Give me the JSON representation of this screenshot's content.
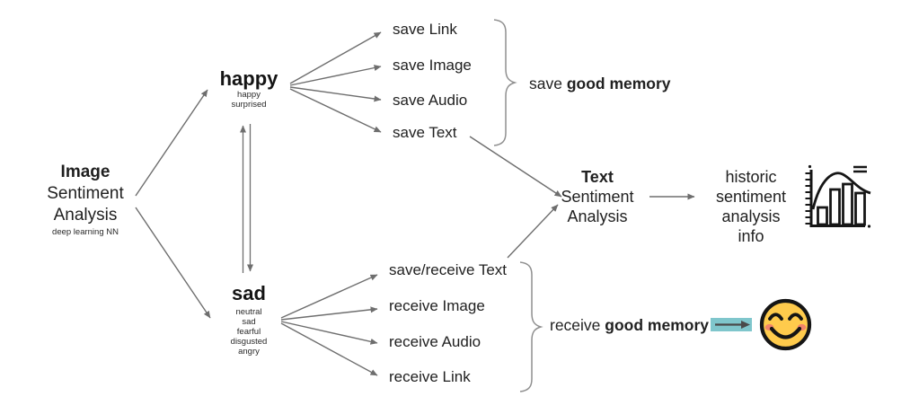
{
  "root": {
    "title_bold": "Image",
    "line2": "Sentiment",
    "line3": "Analysis",
    "subtitle": "deep learning NN"
  },
  "happy": {
    "label": "happy",
    "sublabels": [
      "happy",
      "surprised"
    ],
    "items": [
      "save Link",
      "save Image",
      "save Audio",
      "save Text"
    ]
  },
  "sad": {
    "label": "sad",
    "sublabels": [
      "neutral",
      "sad",
      "fearful",
      "disgusted",
      "angry"
    ],
    "items": [
      "save/receive Text",
      "receive Image",
      "receive Audio",
      "receive Link"
    ]
  },
  "save_summary": {
    "prefix": "save ",
    "bold": "good memory"
  },
  "receive_summary": {
    "prefix": "receive ",
    "bold": "good memory"
  },
  "text_node": {
    "title_bold": "Text",
    "line2": "Sentiment",
    "line3": "Analysis"
  },
  "historic_node": {
    "lines": [
      "historic",
      "sentiment",
      "analysis",
      "info"
    ]
  },
  "icons": {
    "chart": "histogram-with-bell-curve-chart-icon",
    "smiley": "smiling-face-with-smiling-eyes-emoji",
    "highlight_arrow": "teal-highlighted-right-arrow"
  },
  "colors": {
    "arrow_gray": "#6e6e6e",
    "brace_gray": "#8f8f8f",
    "text_dark": "#1f1f1f",
    "highlight_teal": "#7fc6cc",
    "emoji_face": "#ffcb4c",
    "emoji_outline": "#151515",
    "emoji_cheek": "#f2846a"
  }
}
